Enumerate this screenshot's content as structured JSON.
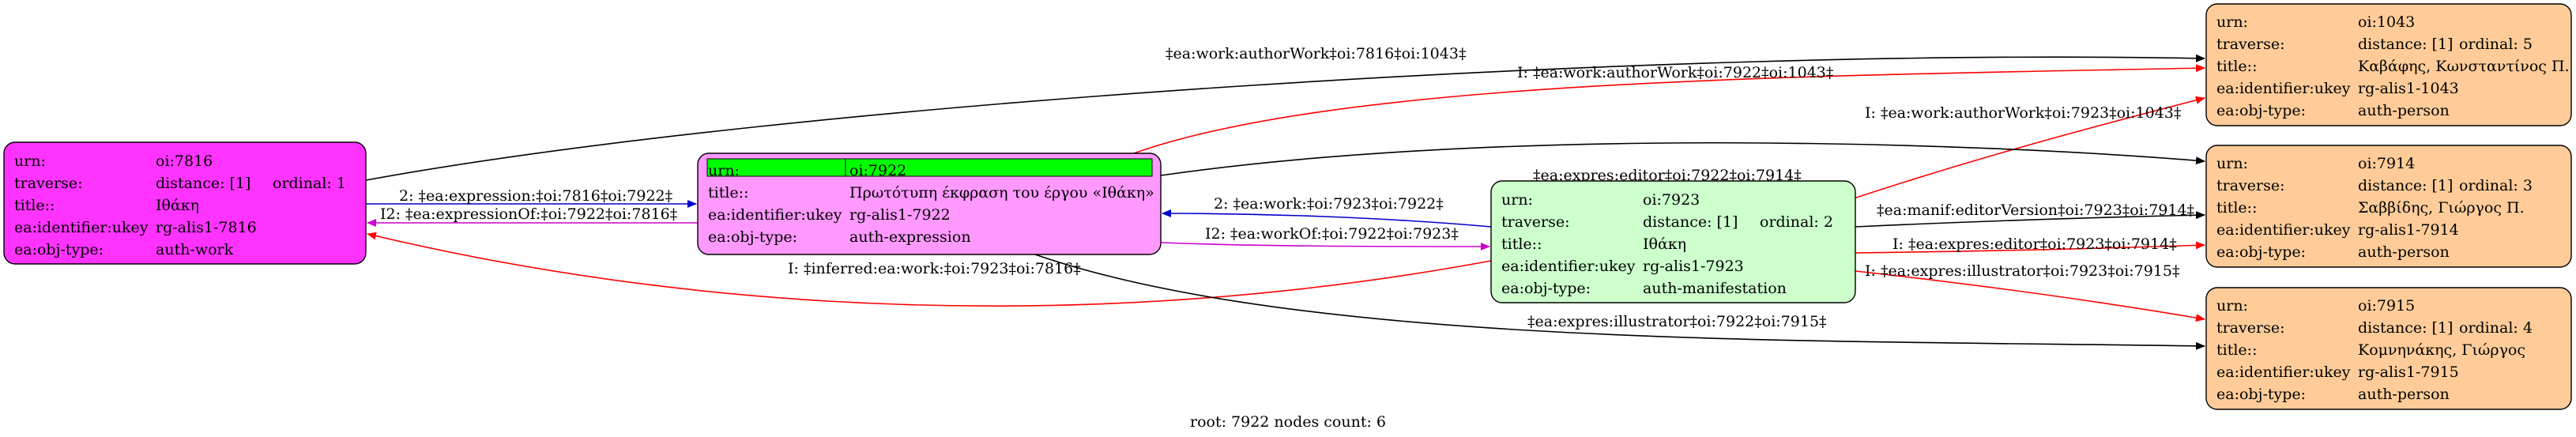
{
  "footer": "root: 7922 nodes count: 6",
  "nodes": {
    "n7816": {
      "color": "#ff33ff",
      "rows": [
        [
          "urn:",
          "oi:7816",
          ""
        ],
        [
          "traverse:",
          "distance: [1]",
          "ordinal: 1"
        ],
        [
          "title::",
          "Ιθάκη",
          ""
        ],
        [
          "ea:identifier:ukey",
          "rg-alis1-7816",
          ""
        ],
        [
          "ea:obj-type:",
          "auth-work",
          ""
        ]
      ]
    },
    "n7922": {
      "color": "#ff99ff",
      "highlight": "#00ff00",
      "rows": [
        [
          "urn:",
          "oi:7922",
          ""
        ],
        [
          "title::",
          "Πρωτότυπη έκφραση του έργου «Ιθάκη»",
          ""
        ],
        [
          "ea:identifier:ukey",
          "rg-alis1-7922",
          ""
        ],
        [
          "ea:obj-type:",
          "auth-expression",
          ""
        ]
      ]
    },
    "n7923": {
      "color": "#ccffcc",
      "rows": [
        [
          "urn:",
          "oi:7923",
          ""
        ],
        [
          "traverse:",
          "distance: [1]",
          "ordinal: 2"
        ],
        [
          "title::",
          "Ιθάκη",
          ""
        ],
        [
          "ea:identifier:ukey",
          "rg-alis1-7923",
          ""
        ],
        [
          "ea:obj-type:",
          "auth-manifestation",
          ""
        ]
      ]
    },
    "n1043": {
      "color": "#ffcc99",
      "rows": [
        [
          "urn:",
          "oi:1043",
          ""
        ],
        [
          "traverse:",
          "distance: [1]",
          "ordinal: 5"
        ],
        [
          "title::",
          "Καβάφης, Κωνσταντίνος Π.",
          ""
        ],
        [
          "ea:identifier:ukey",
          "rg-alis1-1043",
          ""
        ],
        [
          "ea:obj-type:",
          "auth-person",
          ""
        ]
      ]
    },
    "n7914": {
      "color": "#ffcc99",
      "rows": [
        [
          "urn:",
          "oi:7914",
          ""
        ],
        [
          "traverse:",
          "distance: [1]",
          "ordinal: 3"
        ],
        [
          "title::",
          "Σαββίδης, Γιώργος Π.",
          ""
        ],
        [
          "ea:identifier:ukey",
          "rg-alis1-7914",
          ""
        ],
        [
          "ea:obj-type:",
          "auth-person",
          ""
        ]
      ]
    },
    "n7915": {
      "color": "#ffcc99",
      "rows": [
        [
          "urn:",
          "oi:7915",
          ""
        ],
        [
          "traverse:",
          "distance: [1]",
          "ordinal: 4"
        ],
        [
          "title::",
          "Κομνηνάκης, Γιώργος",
          ""
        ],
        [
          "ea:identifier:ukey",
          "rg-alis1-7915",
          ""
        ],
        [
          "ea:obj-type:",
          "auth-person",
          ""
        ]
      ]
    }
  },
  "edges": [
    {
      "id": "e-7816-1043-author",
      "from": "n7816",
      "to": "n1043",
      "color": "#000000",
      "label": "‡ea:work:authorWork‡oi:7816‡oi:1043‡"
    },
    {
      "id": "e-7922-1043-inferred",
      "from": "n7922",
      "to": "n1043",
      "color": "#ff0000",
      "label": "I: ‡ea:work:authorWork‡oi:7922‡oi:1043‡"
    },
    {
      "id": "e-7923-1043-inferred",
      "from": "n7923",
      "to": "n1043",
      "color": "#ff0000",
      "label": "I: ‡ea:work:authorWork‡oi:7923‡oi:1043‡"
    },
    {
      "id": "e-7922-7914-editor",
      "from": "n7922",
      "to": "n7914",
      "color": "#000000",
      "label": "‡ea:expres:editor‡oi:7922‡oi:7914‡"
    },
    {
      "id": "e-7816-7922-expression",
      "from": "n7816",
      "to": "n7922",
      "color": "#0000cc",
      "label": "2: ‡ea:expression:‡oi:7816‡oi:7922‡"
    },
    {
      "id": "e-7922-7816-expressionOf",
      "from": "n7922",
      "to": "n7816",
      "color": "#cc00cc",
      "label": "I2: ‡ea:expressionOf:‡oi:7922‡oi:7816‡"
    },
    {
      "id": "e-7923-7922-work",
      "from": "n7923",
      "to": "n7922",
      "color": "#0000cc",
      "label": "2: ‡ea:work:‡oi:7923‡oi:7922‡"
    },
    {
      "id": "e-7922-7923-workOf",
      "from": "n7922",
      "to": "n7923",
      "color": "#cc00cc",
      "label": "I2: ‡ea:workOf:‡oi:7922‡oi:7923‡"
    },
    {
      "id": "e-7923-7816-inferred",
      "from": "n7923",
      "to": "n7816",
      "color": "#ff0000",
      "label": "I: ‡inferred:ea:work:‡oi:7923‡oi:7816‡"
    },
    {
      "id": "e-7923-7914-editorVersion",
      "from": "n7923",
      "to": "n7914",
      "color": "#000000",
      "label": "‡ea:manif:editorVersion‡oi:7923‡oi:7914‡"
    },
    {
      "id": "e-7923-7914-inferred-editor",
      "from": "n7923",
      "to": "n7914",
      "color": "#ff0000",
      "label": "I: ‡ea:expres:editor‡oi:7923‡oi:7914‡"
    },
    {
      "id": "e-7923-7915-inferred-illustrator",
      "from": "n7923",
      "to": "n7915",
      "color": "#ff0000",
      "label": "I: ‡ea:expres:illustrator‡oi:7923‡oi:7915‡"
    },
    {
      "id": "e-7922-7915-illustrator",
      "from": "n7922",
      "to": "n7915",
      "color": "#000000",
      "label": "‡ea:expres:illustrator‡oi:7922‡oi:7915‡"
    }
  ]
}
